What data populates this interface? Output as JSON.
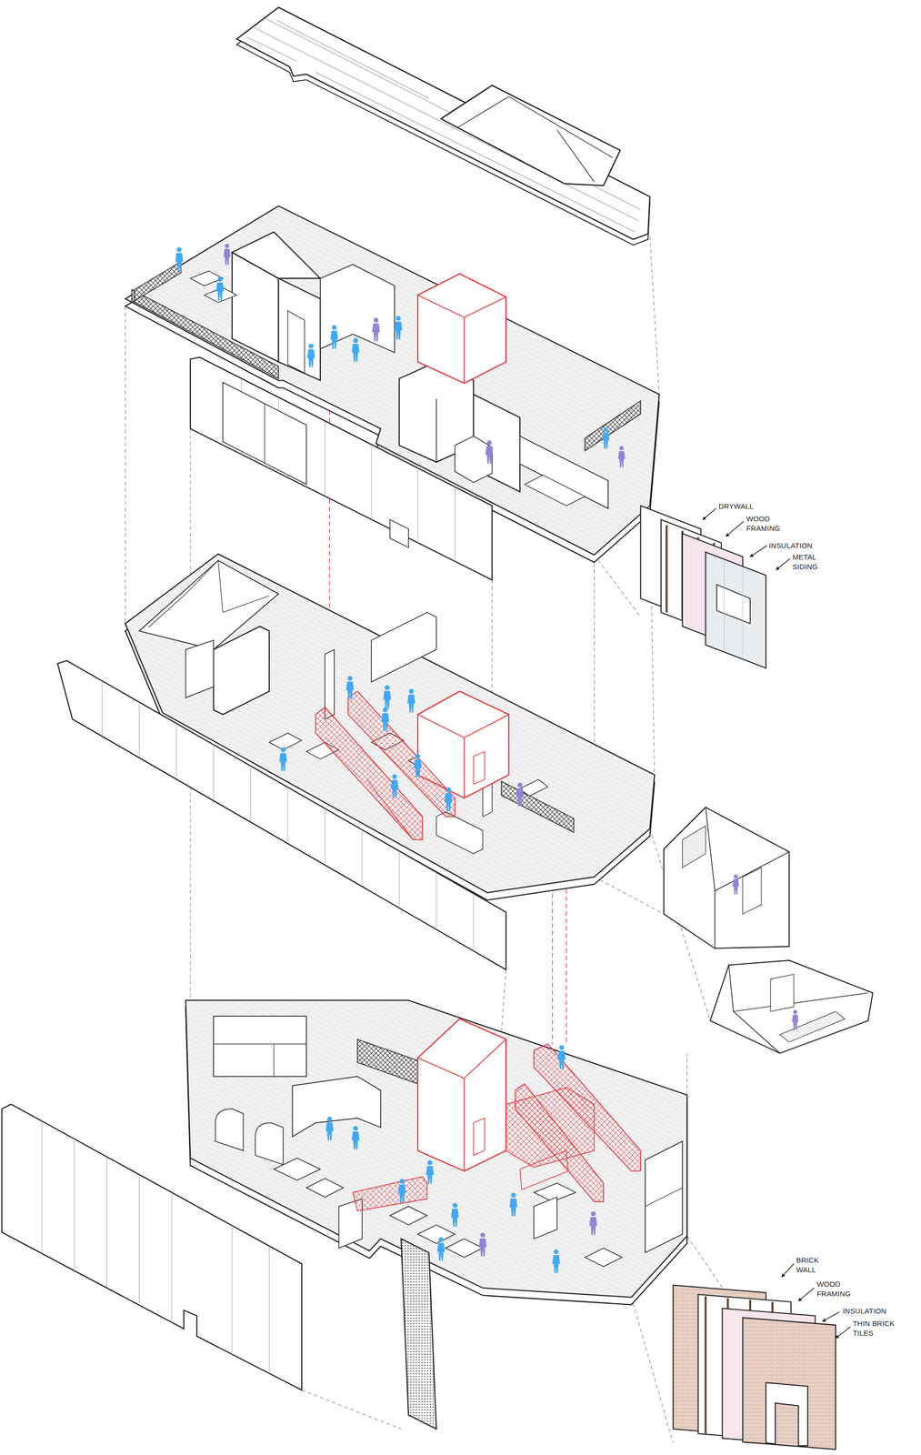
{
  "diagram": {
    "labels": [
      "DRYWALL",
      "WOOD FRAMING",
      "INSULATION",
      "METAL SIDING",
      "BRICK WALL",
      "WOOD FRAMING",
      "INSULATION",
      "THIN BRICK TILES"
    ]
  }
}
